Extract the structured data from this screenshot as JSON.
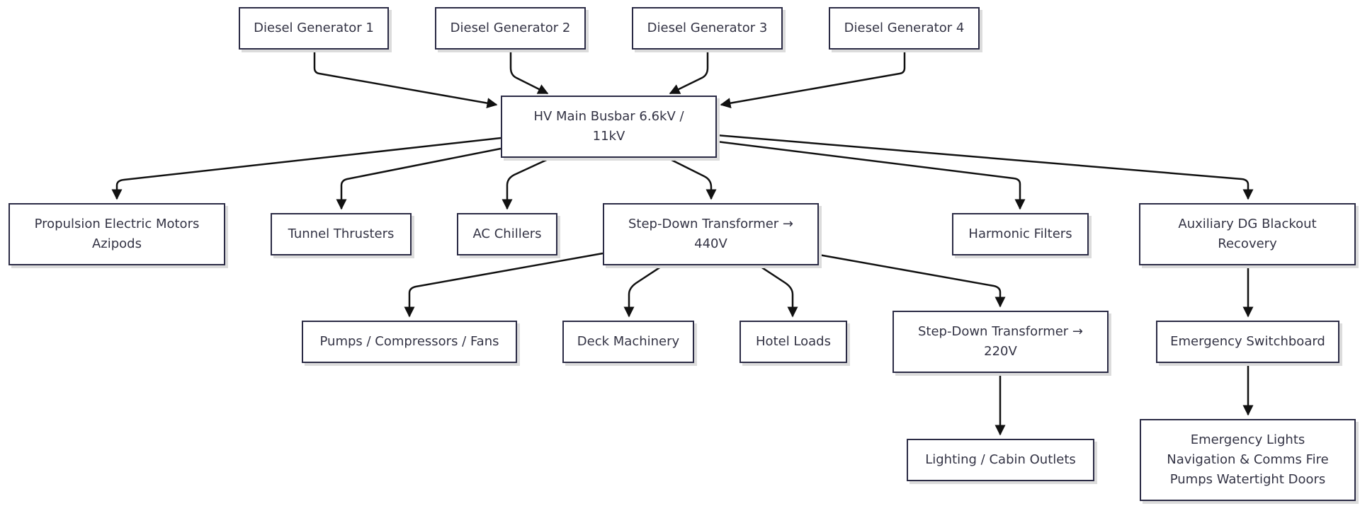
{
  "nodes": {
    "dg1": "Diesel Generator 1",
    "dg2": "Diesel Generator 2",
    "dg3": "Diesel Generator 3",
    "dg4": "Diesel Generator 4",
    "busbar": "HV Main Busbar 6.6kV / 11kV",
    "propulsion": "Propulsion Electric Motors Azipods",
    "thrusters": "Tunnel Thrusters",
    "chillers": "AC Chillers",
    "transformer440": "Step-Down Transformer → 440V",
    "harmonic": "Harmonic Filters",
    "auxdg": "Auxiliary DG Blackout Recovery",
    "pumps": "Pumps / Compressors / Fans",
    "deck": "Deck Machinery",
    "hotel": "Hotel Loads",
    "transformer220": "Step-Down Transformer → 220V",
    "emergency_switchboard": "Emergency Switchboard",
    "lighting": "Lighting / Cabin Outlets",
    "emergency_loads": "Emergency Lights Navigation & Comms Fire Pumps Watertight Doors"
  },
  "edges": [
    [
      "dg1",
      "busbar"
    ],
    [
      "dg2",
      "busbar"
    ],
    [
      "dg3",
      "busbar"
    ],
    [
      "dg4",
      "busbar"
    ],
    [
      "busbar",
      "propulsion"
    ],
    [
      "busbar",
      "thrusters"
    ],
    [
      "busbar",
      "chillers"
    ],
    [
      "busbar",
      "transformer440"
    ],
    [
      "busbar",
      "harmonic"
    ],
    [
      "busbar",
      "auxdg"
    ],
    [
      "transformer440",
      "pumps"
    ],
    [
      "transformer440",
      "deck"
    ],
    [
      "transformer440",
      "hotel"
    ],
    [
      "transformer440",
      "transformer220"
    ],
    [
      "transformer220",
      "lighting"
    ],
    [
      "auxdg",
      "emergency_switchboard"
    ],
    [
      "emergency_switchboard",
      "emergency_loads"
    ]
  ]
}
